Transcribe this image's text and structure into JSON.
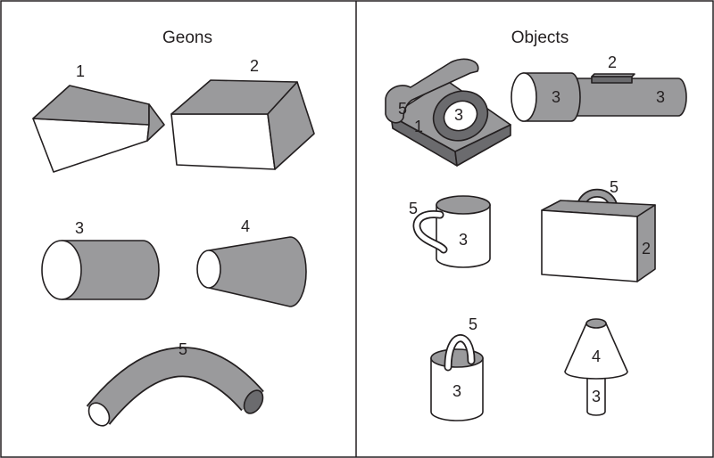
{
  "panels": {
    "left_title": "Geons",
    "right_title": "Objects"
  },
  "geons": [
    {
      "label": "1",
      "shape": "wedge-block"
    },
    {
      "label": "2",
      "shape": "block"
    },
    {
      "label": "3",
      "shape": "cylinder"
    },
    {
      "label": "4",
      "shape": "cone"
    },
    {
      "label": "5",
      "shape": "curved-tube"
    }
  ],
  "objects": {
    "telephone": {
      "body": "1",
      "dial": "3",
      "handset": "5"
    },
    "flashlight": {
      "switch": "2",
      "head": "3",
      "barrel": "3"
    },
    "mug": {
      "handle": "5",
      "body": "3"
    },
    "briefcase": {
      "handle": "5",
      "case": "2"
    },
    "bucket": {
      "handle": "5",
      "body": "3"
    },
    "lamp": {
      "shade": "4",
      "base": "3"
    }
  },
  "colors": {
    "border": "#231f20",
    "fill_gray": "#9a9a9c",
    "fill_dark": "#6b6b6e",
    "background": "#ffffff"
  }
}
